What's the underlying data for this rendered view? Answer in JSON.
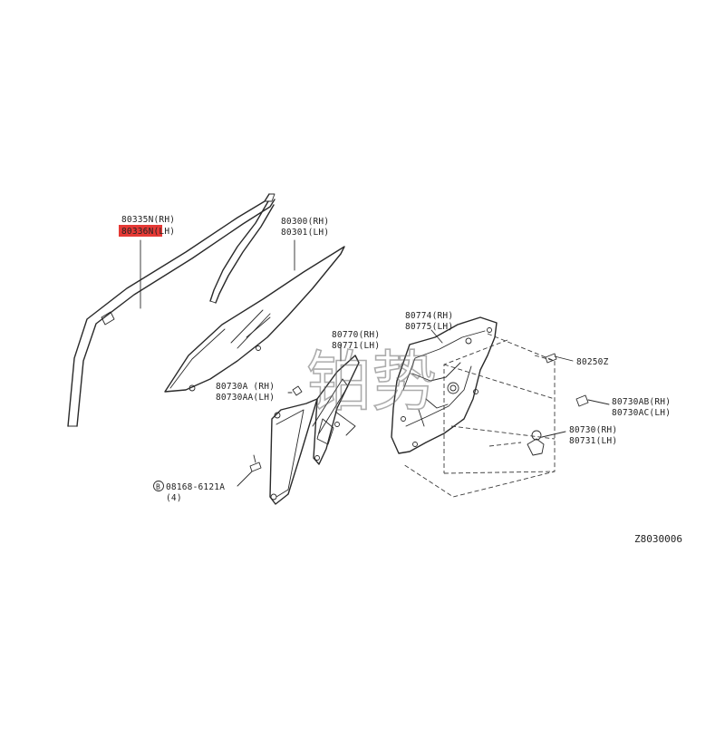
{
  "parts": {
    "p80335n": "80335N(RH)",
    "p80336n": "80336N(LH)",
    "p80300": "80300(RH)",
    "p80301": "80301(LH)",
    "p80770": "80770(RH)",
    "p80771": "80771(LH)",
    "p80774": "80774(RH)",
    "p80775": "80775(LH)",
    "p80250z": "80250Z",
    "p80730a": "80730A (RH)",
    "p80730aa": "80730AA(LH)",
    "p80730ab": "80730AB(RH)",
    "p80730ac": "80730AC(LH)",
    "p80730": "80730(RH)",
    "p80731": "80731(LH)",
    "bolt_symbol": "B",
    "bolt": "08168-6121A",
    "bolt_qty": "(4)"
  },
  "highlight_color": "#e53935",
  "diagram_id": "Z8030006",
  "watermark": "铂势"
}
